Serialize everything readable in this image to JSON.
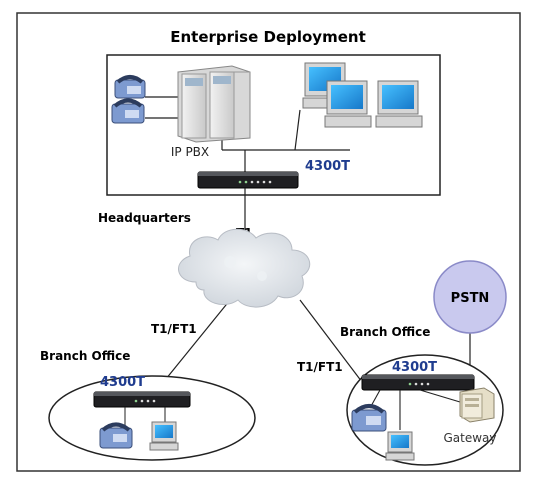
{
  "diagram": {
    "title": "Enterprise Deployment",
    "labels": {
      "ip_pbx": "IP PBX",
      "hq_device": "4300T",
      "headquarters": "Headquarters",
      "t1": "T1",
      "t1ft1_left": "T1/FT1",
      "t1ft1_right": "T1/FT1",
      "branch_left": "Branch Office",
      "branch_left_device": "4300T",
      "branch_right": "Branch Office",
      "branch_right_device": "4300T",
      "pstn": "PSTN",
      "gateway": "Gateway"
    },
    "colors": {
      "device_label": "#1f3c8f",
      "pstn_fill": "#c9c9ee",
      "pstn_stroke": "#8a8ac8",
      "cloud_fill": "#e6e9ee",
      "router_body": "#1f1f22",
      "phone_blue": "#7d9ad0",
      "monitor_screen": "#2aa1e8"
    },
    "icons": [
      "phone-icon",
      "server-rack-icon",
      "desktop-computer-icon",
      "router-icon",
      "cloud-icon",
      "gateway-server-icon"
    ]
  }
}
